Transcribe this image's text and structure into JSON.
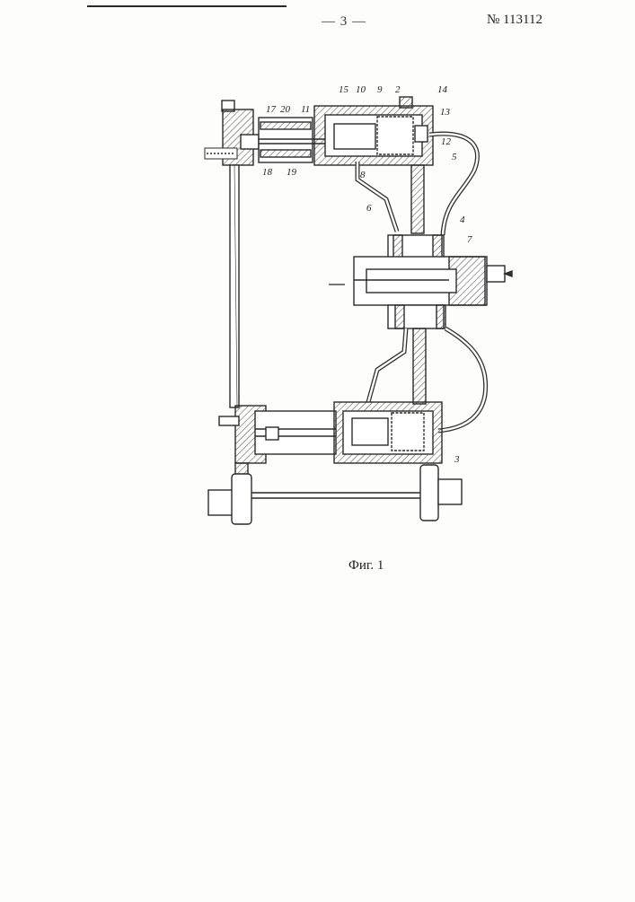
{
  "header": {
    "page_number": "— 3 —",
    "patent_number": "№ 113112"
  },
  "figure": {
    "caption": "Фиг. 1",
    "callouts": [
      "15",
      "10",
      "9",
      "2",
      "14",
      "17",
      "20",
      "11",
      "13",
      "12",
      "5",
      "18",
      "19",
      "8",
      "6",
      "4",
      "7",
      "3"
    ]
  }
}
